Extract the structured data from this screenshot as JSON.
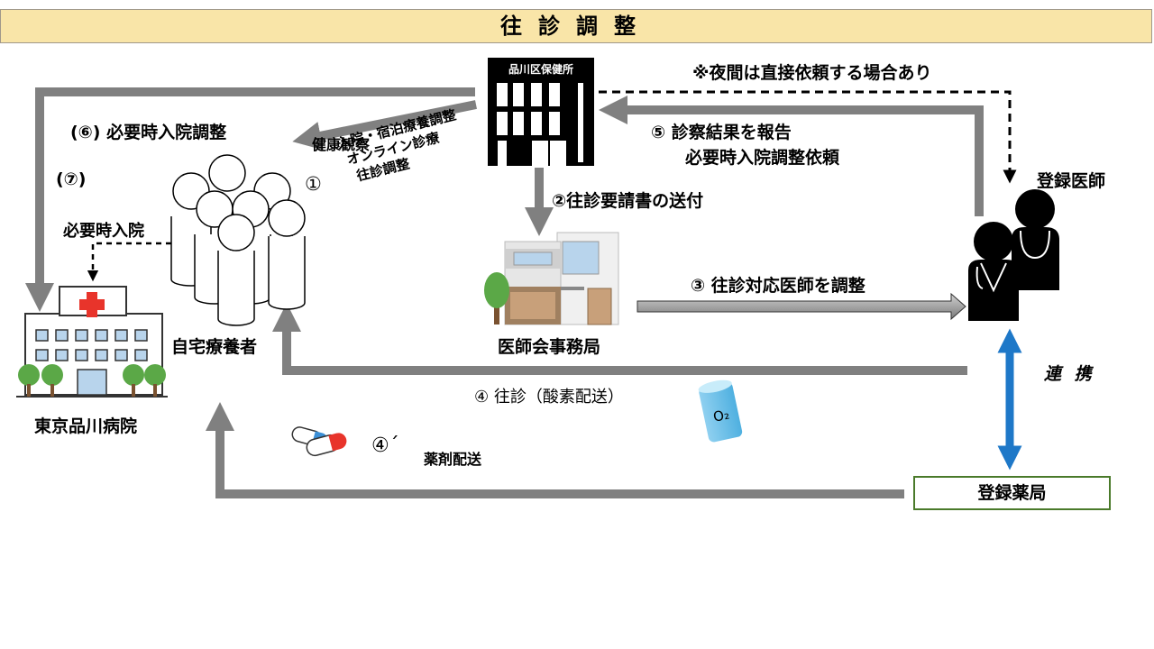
{
  "title": "往診調整",
  "colors": {
    "title_bg": "#f9e5a8",
    "arrow_gray": "#808080",
    "link_blue": "#1e78c8",
    "hospital_red": "#e8342b",
    "pharmacy_border": "#4a7a2a",
    "tree_green": "#5ba847"
  },
  "nodes": {
    "health_center": "品川区保健所",
    "home_patients": "自宅療養者",
    "medical_association": "医師会事務局",
    "hospital": "東京品川病院",
    "registered_doctor": "登録医師",
    "registered_pharmacy": "登録薬局"
  },
  "labels": {
    "night_note": "※夜間は直接依頼する場合あり",
    "step1_marker": "①",
    "step1_main": "健康観察",
    "step1_sub": [
      "入院・宿泊療養調整",
      "オンライン診療",
      "往診調整"
    ],
    "step2": "②往診要請書の送付",
    "step3": "③ 往診対応医師を調整",
    "step4": "④ 往診（酸素配送）",
    "step4b_marker": "④´",
    "step4b_text": "薬剤配送",
    "step5_line1": "⑤ 診察結果を報告",
    "step5_line2": "必要時入院調整依頼",
    "step6": "(⑥) 必要時入院調整",
    "step7": "(⑦)",
    "step7_text": "必要時入院",
    "link": "連 携",
    "oxygen": "O₂"
  }
}
